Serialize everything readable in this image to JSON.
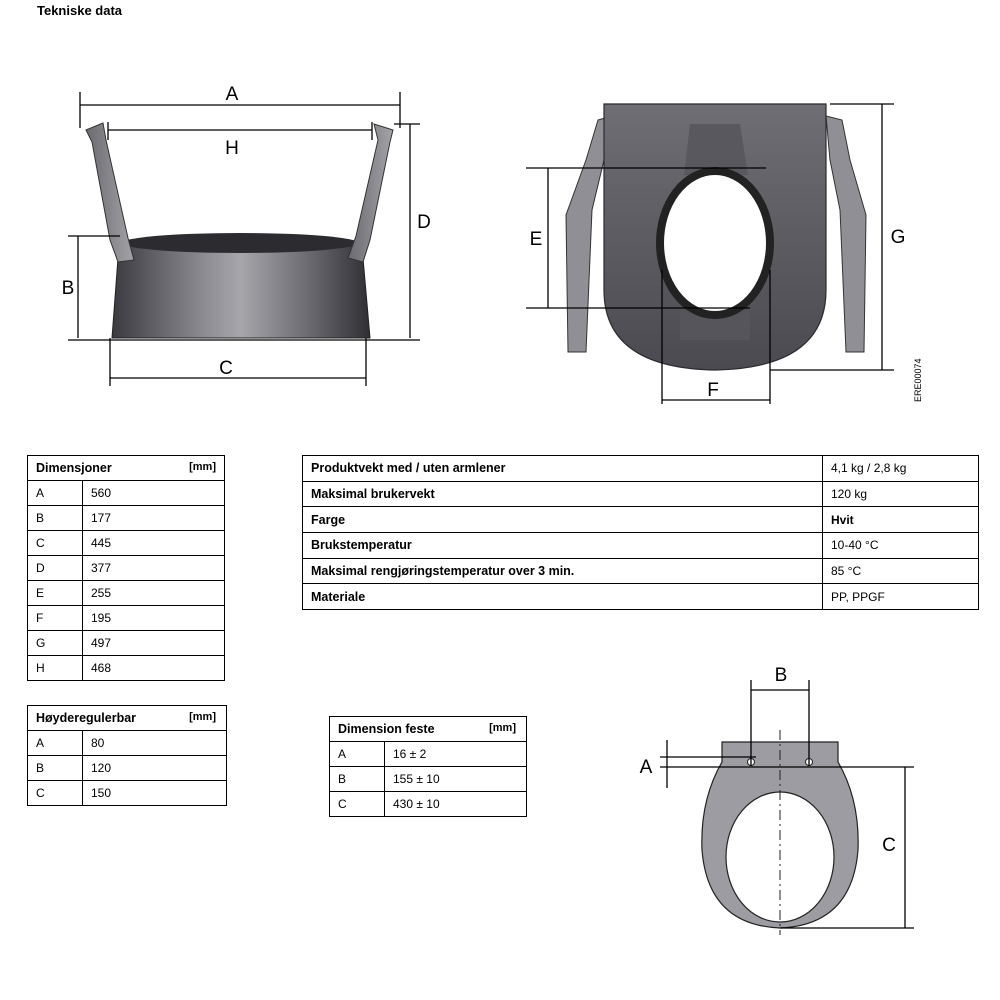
{
  "page": {
    "title": "Tekniske data"
  },
  "figures": {
    "side_view": {
      "labels": [
        "A",
        "H",
        "B",
        "C",
        "D"
      ]
    },
    "top_view": {
      "labels": [
        "E",
        "F",
        "G"
      ],
      "code": "ERE00074"
    },
    "mount_view": {
      "labels": [
        "A",
        "B",
        "C"
      ]
    }
  },
  "dimensions_table": {
    "header": "Dimensjoner",
    "unit": "[mm]",
    "rows": [
      {
        "key": "A",
        "value": "560"
      },
      {
        "key": "B",
        "value": "177"
      },
      {
        "key": "C",
        "value": "445"
      },
      {
        "key": "D",
        "value": "377"
      },
      {
        "key": "E",
        "value": "255"
      },
      {
        "key": "F",
        "value": "195"
      },
      {
        "key": "G",
        "value": "497"
      },
      {
        "key": "H",
        "value": "468"
      }
    ]
  },
  "height_table": {
    "header": "Høyderegulerbar",
    "unit": "[mm]",
    "rows": [
      {
        "key": "A",
        "value": "80"
      },
      {
        "key": "B",
        "value": "120"
      },
      {
        "key": "C",
        "value": "150"
      }
    ]
  },
  "attachment_table": {
    "header": "Dimension feste",
    "unit": "[mm]",
    "rows": [
      {
        "key": "A",
        "value": "16 ± 2"
      },
      {
        "key": "B",
        "value": "155 ± 10"
      },
      {
        "key": "C",
        "value": "430 ± 10"
      }
    ]
  },
  "spec_table": {
    "rows": [
      {
        "label": "Produktvekt med / uten armlener",
        "value": "4,1 kg / 2,8 kg",
        "bold": false
      },
      {
        "label": "Maksimal brukervekt",
        "value": "120 kg",
        "bold": false
      },
      {
        "label": "Farge",
        "value": "Hvit",
        "bold": true
      },
      {
        "label": "Brukstemperatur",
        "value": "10-40 °C",
        "bold": false
      },
      {
        "label": "Maksimal rengjøringstemperatur over 3 min.",
        "value": "85 °C",
        "bold": false
      },
      {
        "label": "Materiale",
        "value": "PP, PPGF",
        "bold": false
      }
    ]
  }
}
